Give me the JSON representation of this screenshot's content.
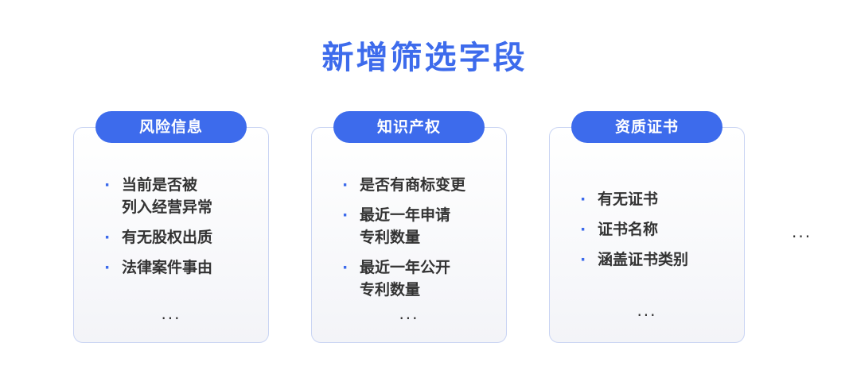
{
  "title": "新增筛选字段",
  "cards": [
    {
      "header": "风险信息",
      "items": [
        {
          "line1": "当前是否被",
          "line2": "列入经营异常"
        },
        {
          "line1": "有无股权出质",
          "line2": ""
        },
        {
          "line1": "法律案件事由",
          "line2": ""
        }
      ],
      "more": "..."
    },
    {
      "header": "知识产权",
      "items": [
        {
          "line1": "是否有商标变更",
          "line2": ""
        },
        {
          "line1": "最近一年申请",
          "line2": "专利数量"
        },
        {
          "line1": "最近一年公开",
          "line2": "专利数量"
        }
      ],
      "more": "..."
    },
    {
      "header": "资质证书",
      "items": [
        {
          "line1": "有无证书",
          "line2": ""
        },
        {
          "line1": "证书名称",
          "line2": ""
        },
        {
          "line1": "涵盖证书类别",
          "line2": ""
        }
      ],
      "more": "..."
    }
  ],
  "trailing_more": "...",
  "bullet": "·",
  "colors": {
    "accent": "#3d6bec",
    "text": "#333333",
    "card_border": "#c9d4f3"
  }
}
